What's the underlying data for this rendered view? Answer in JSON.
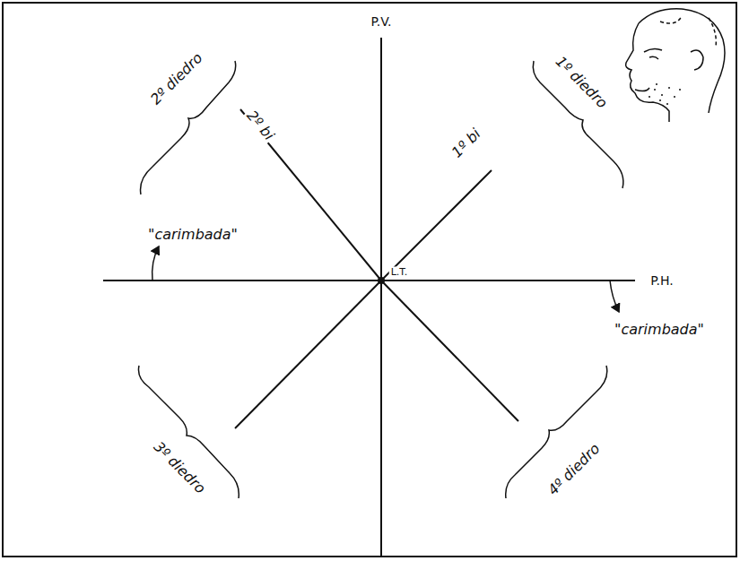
{
  "diagram": {
    "labels": [
      "P.V.",
      "2º diedro",
      "1º diedro",
      "2º bi",
      "1º bi",
      "\"carimbada\"",
      "L.T.",
      "P.H.",
      "\"carimbada\"",
      "3º diedro",
      "4º diedro"
    ]
  }
}
